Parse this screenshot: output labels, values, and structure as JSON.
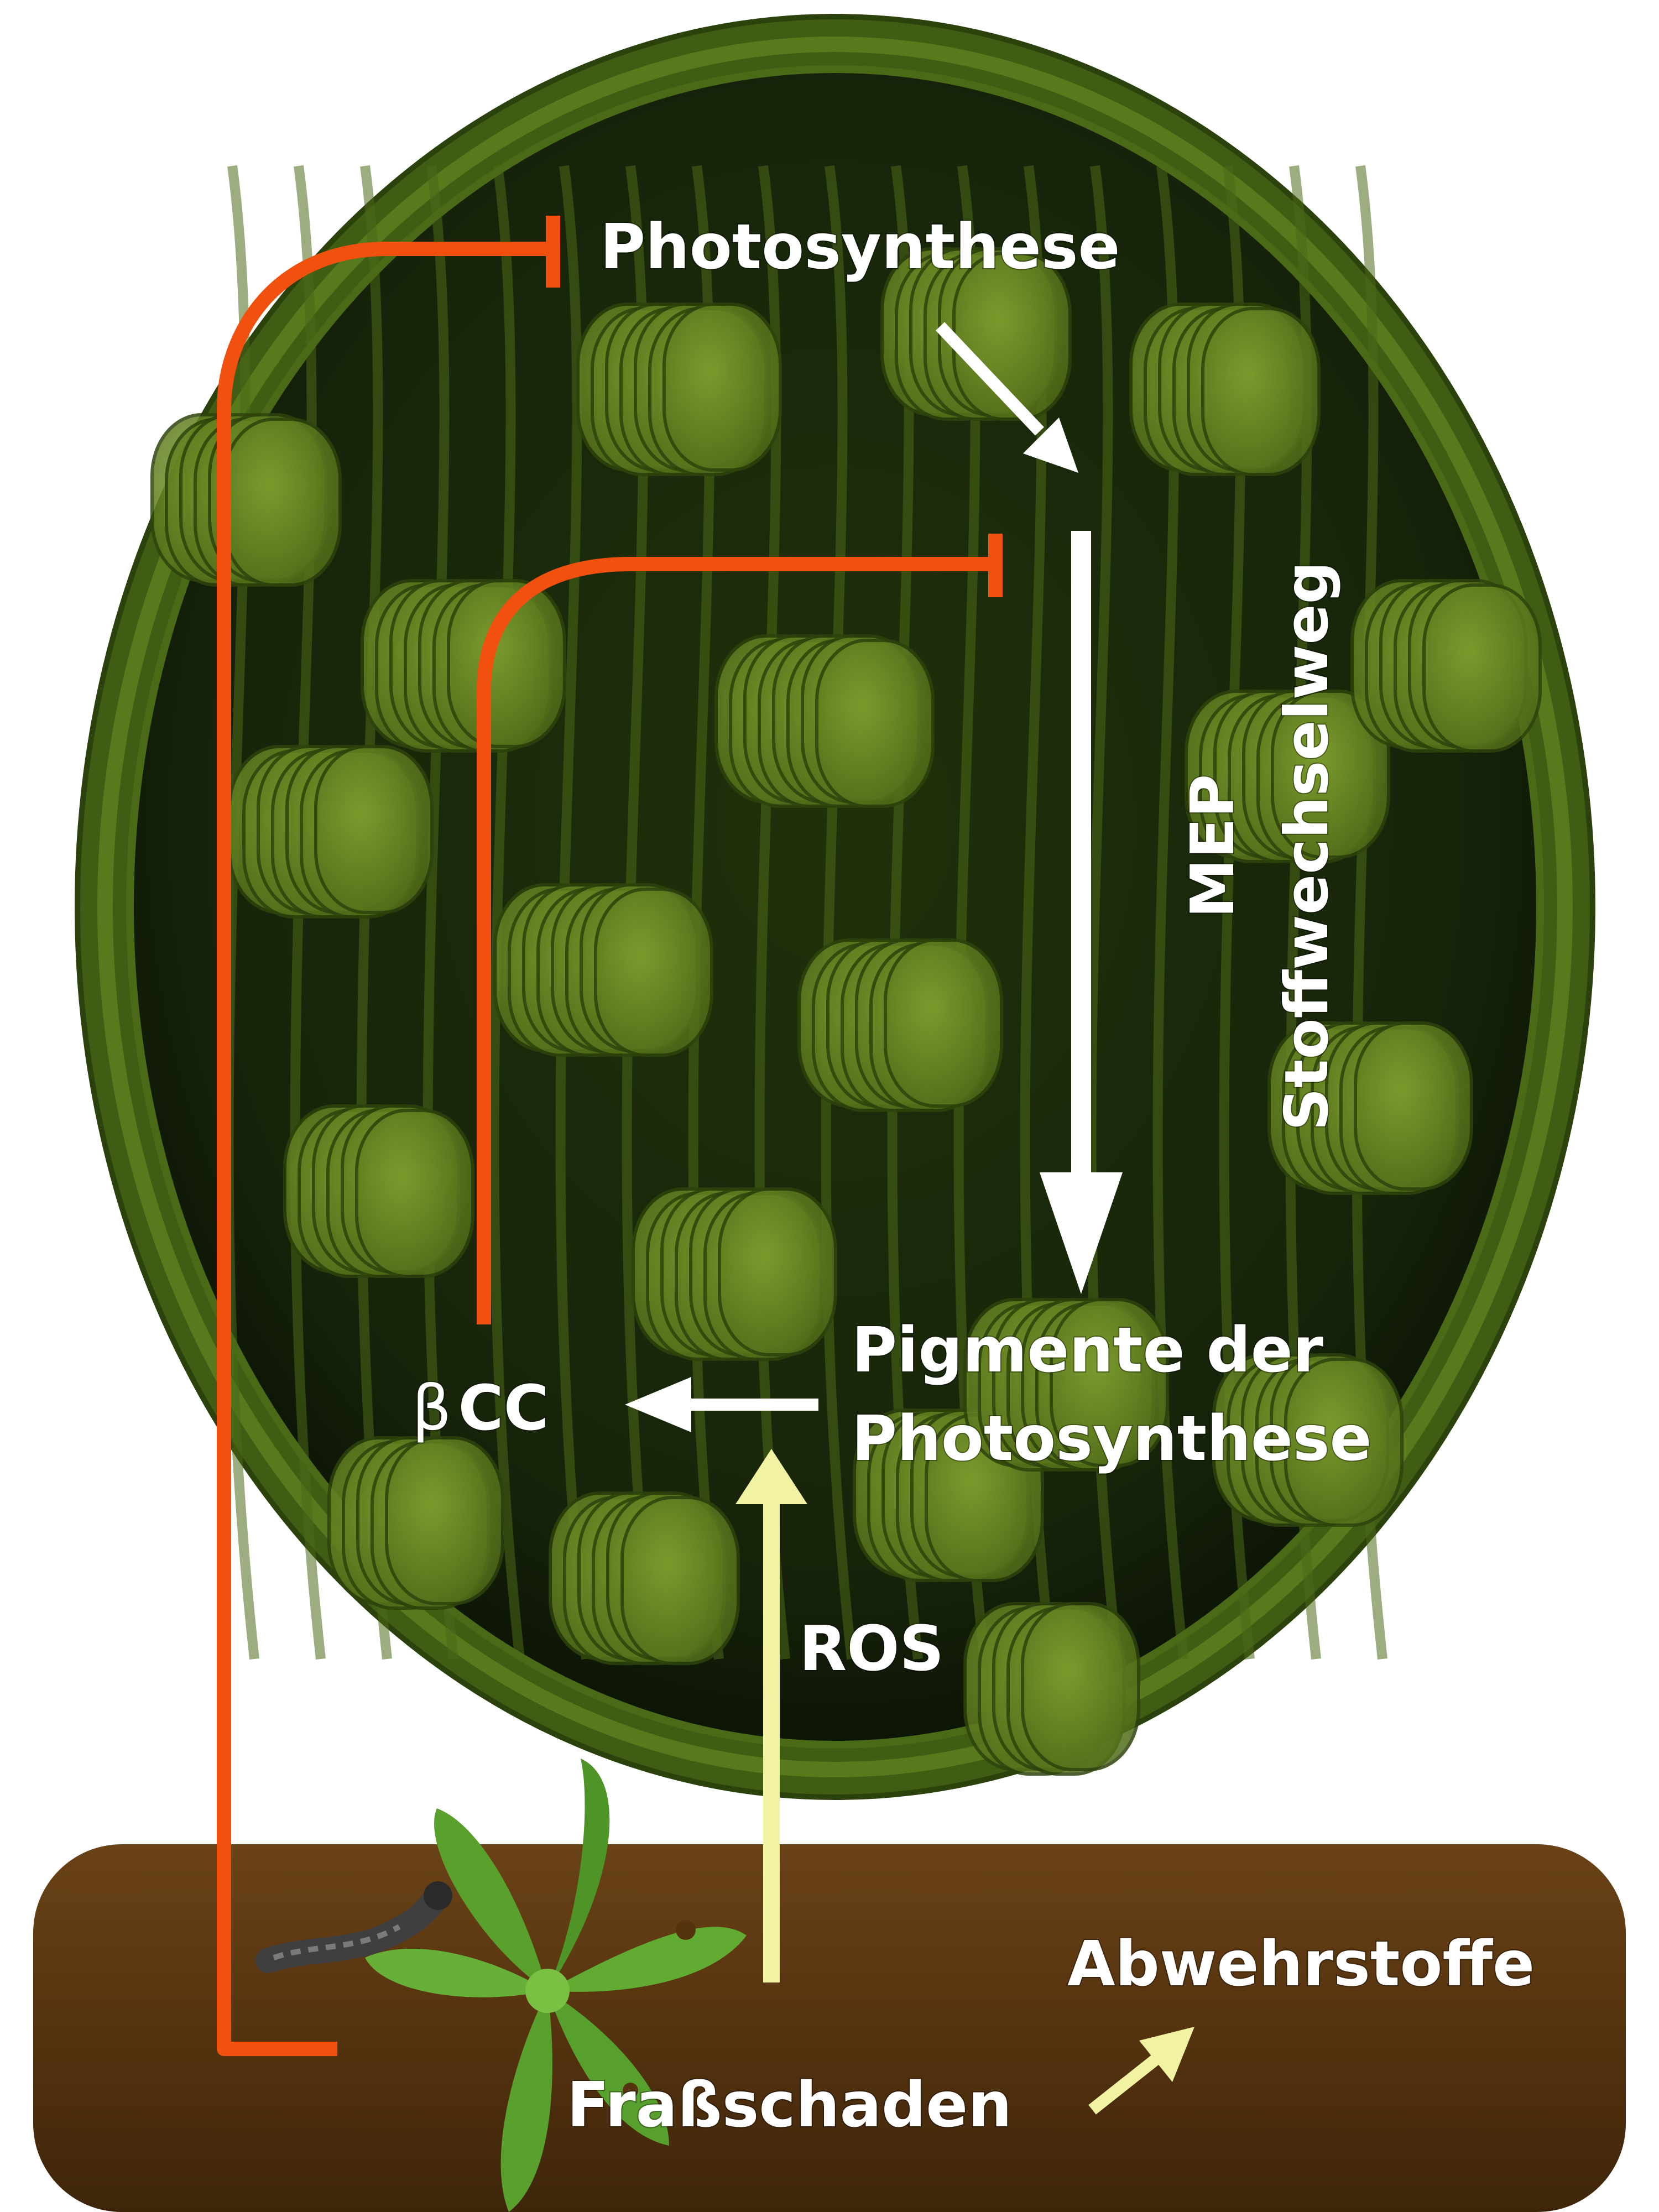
{
  "labels": {
    "photosynthesis": "Photosynthese",
    "mep_line1": "MEP",
    "mep_line2": "Stoffwechselweg",
    "pigments_line1": "Pigmente der",
    "pigments_line2": "Photosynthese",
    "bcc_beta": "β",
    "bcc_cc": "CC",
    "ros": "ROS",
    "feeding_damage": "Fraßschaden",
    "defense": "Abwehrstoffe"
  },
  "colors": {
    "inhibition": "#f2500f",
    "flow": "#ffffff",
    "ros_arrow": "#f2f3a2",
    "defense_arrow": "#f2f3a2",
    "chloroplast_outer": "#3b5a12",
    "chloroplast_inner": "#1d2c08",
    "grana": "#6a8a24",
    "soil": "#5a3610",
    "leaf": "#5aa02c",
    "caterpillar": "#4a4a4a"
  }
}
